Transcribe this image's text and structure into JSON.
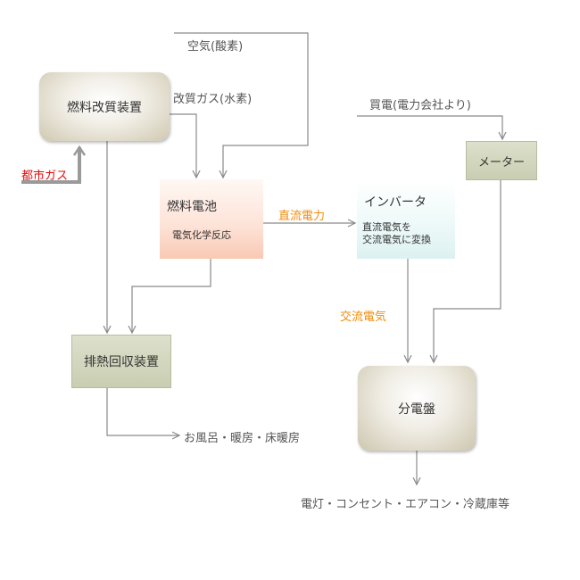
{
  "nodes": {
    "reformer": "燃料改質装置",
    "fuel_cell": {
      "title": "燃料電池",
      "sub": "電気化学反応"
    },
    "inverter": {
      "title": "インバータ",
      "sub1": "直流電気を",
      "sub2": "交流電気に変換"
    },
    "meter": "メーター",
    "exhaust_heat": "排熱回収装置",
    "switchboard": "分電盤"
  },
  "labels": {
    "air": "空気(酸素)",
    "reformed_gas": "改質ガス(水素)",
    "city_gas": "都市ガス",
    "purchased_power": "買電(電力会社より)",
    "dc_power": "直流電力",
    "ac_power": "交流電気",
    "heat_uses": "お風呂・暖房・床暖房",
    "electric_uses": "電灯・コンセント・エアコン・冷蔵庫等"
  },
  "colors": {
    "line": "#8a8a8a",
    "city_gas_text": "#e20c0c",
    "power_text": "#f08c0c"
  }
}
